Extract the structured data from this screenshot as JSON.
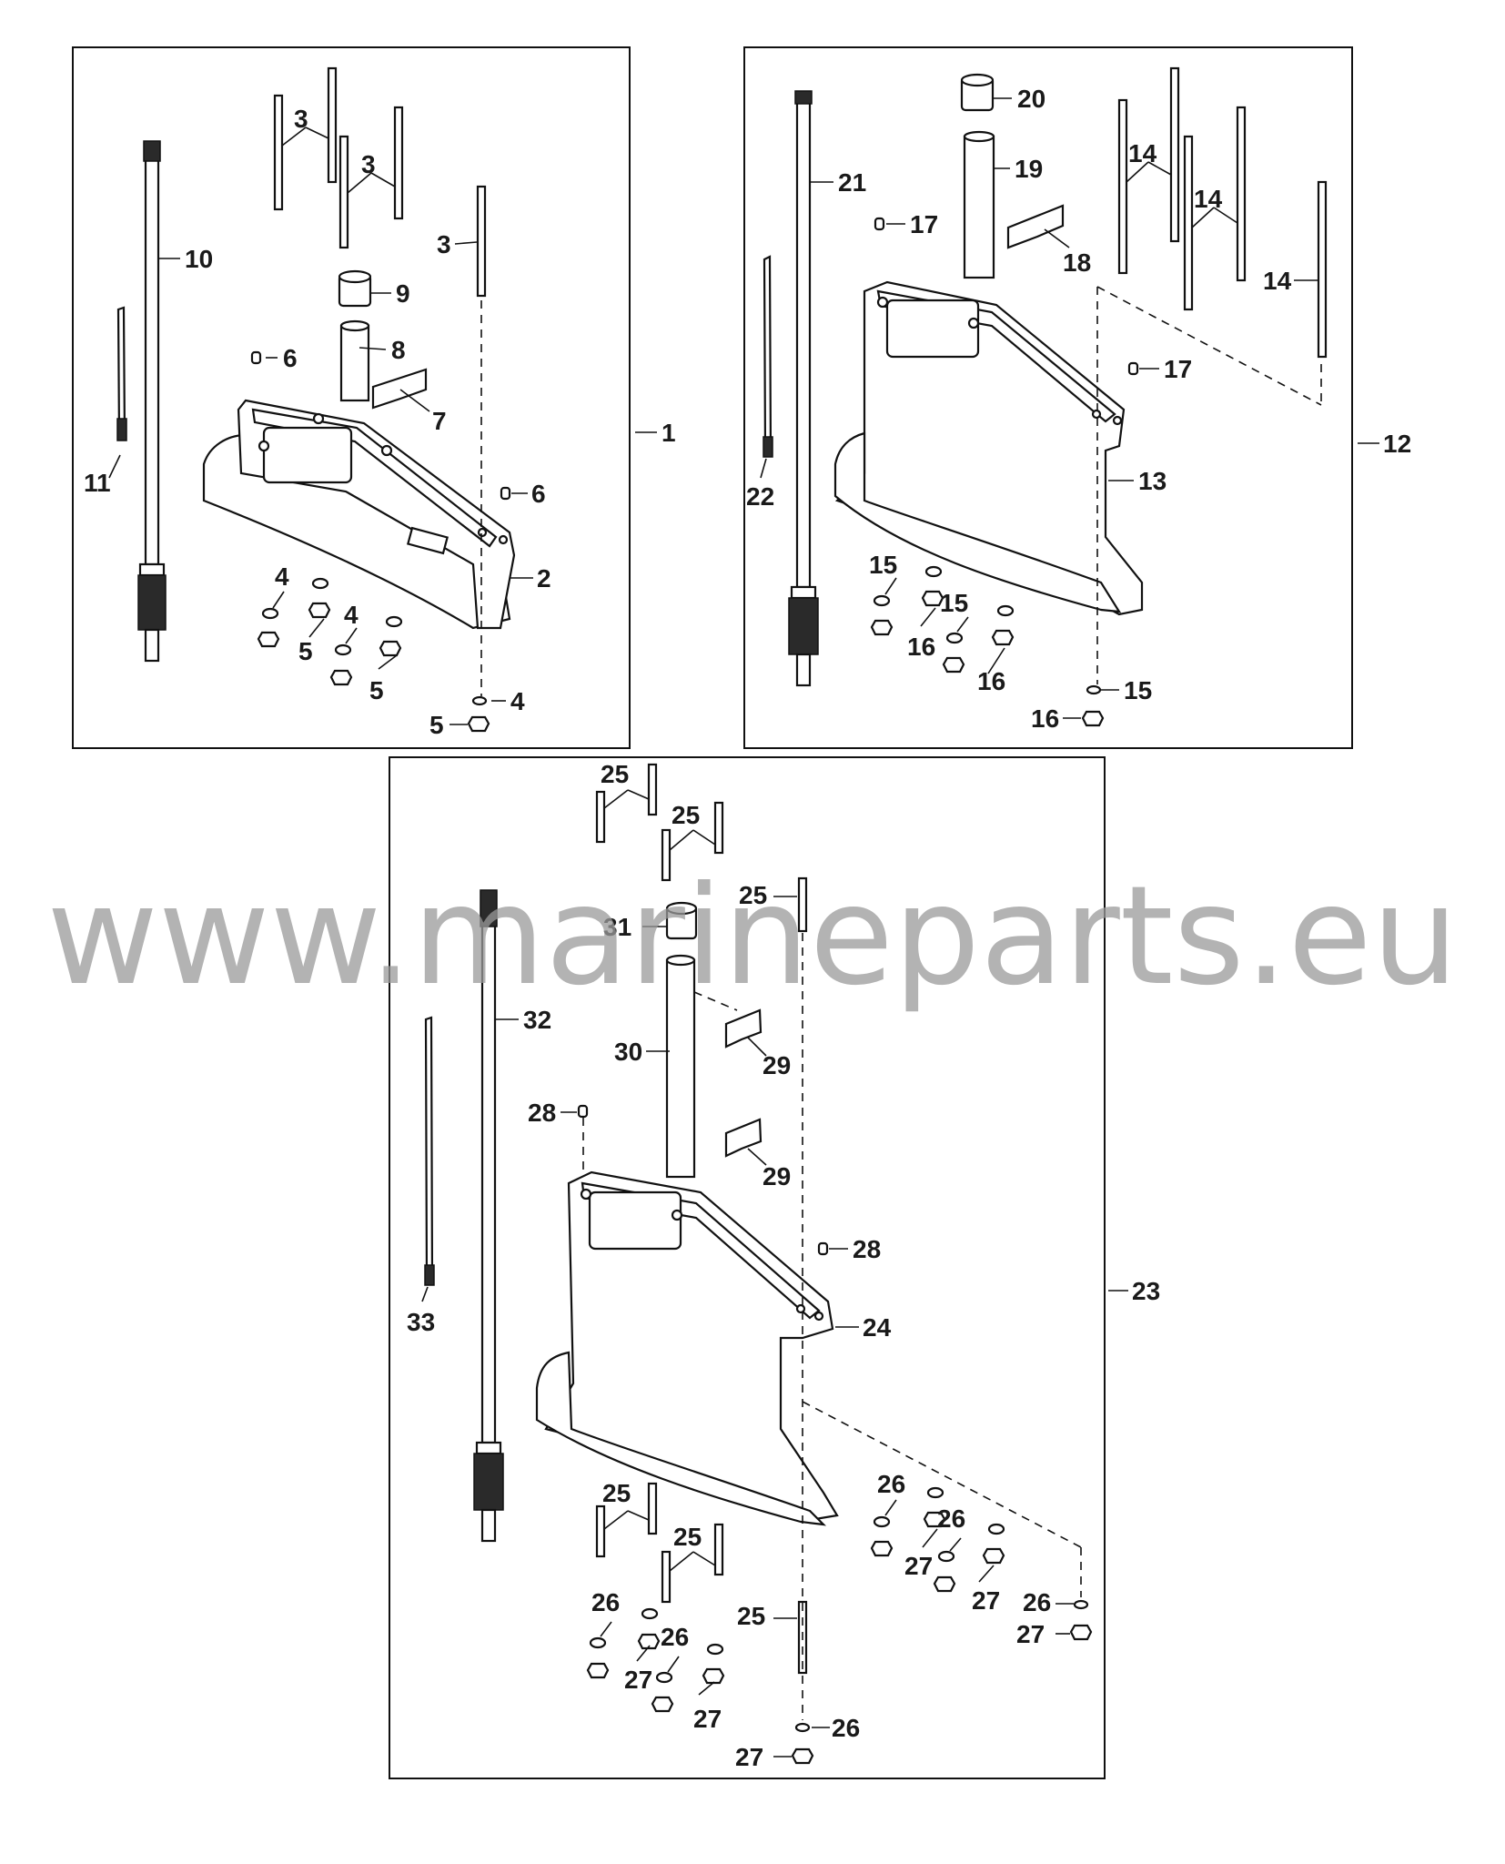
{
  "watermark": "www.marineparts.eu",
  "callouts": {
    "c1": "1",
    "c2": "2",
    "c3a": "3",
    "c3b": "3",
    "c3c": "3",
    "c4a": "4",
    "c4b": "4",
    "c4c": "4",
    "c5a": "5",
    "c5b": "5",
    "c5c": "5",
    "c6a": "6",
    "c6b": "6",
    "c7": "7",
    "c8": "8",
    "c9": "9",
    "c10": "10",
    "c11": "11",
    "c12": "12",
    "c13": "13",
    "c14a": "14",
    "c14b": "14",
    "c14c": "14",
    "c15a": "15",
    "c15b": "15",
    "c15c": "15",
    "c16a": "16",
    "c16b": "16",
    "c16c": "16",
    "c17a": "17",
    "c17b": "17",
    "c18": "18",
    "c19": "19",
    "c20": "20",
    "c21": "21",
    "c22": "22",
    "c23": "23",
    "c24": "24",
    "c25a": "25",
    "c25b": "25",
    "c25c": "25",
    "c25d": "25",
    "c25e": "25",
    "c25f": "25",
    "c26a": "26",
    "c26b": "26",
    "c26c": "26",
    "c26d": "26",
    "c26e": "26",
    "c26f": "26",
    "c27a": "27",
    "c27b": "27",
    "c27c": "27",
    "c27d": "27",
    "c27e": "27",
    "c27f": "27",
    "c28a": "28",
    "c28b": "28",
    "c29a": "29",
    "c29b": "29",
    "c30": "30",
    "c31": "31",
    "c32": "32",
    "c33": "33"
  }
}
